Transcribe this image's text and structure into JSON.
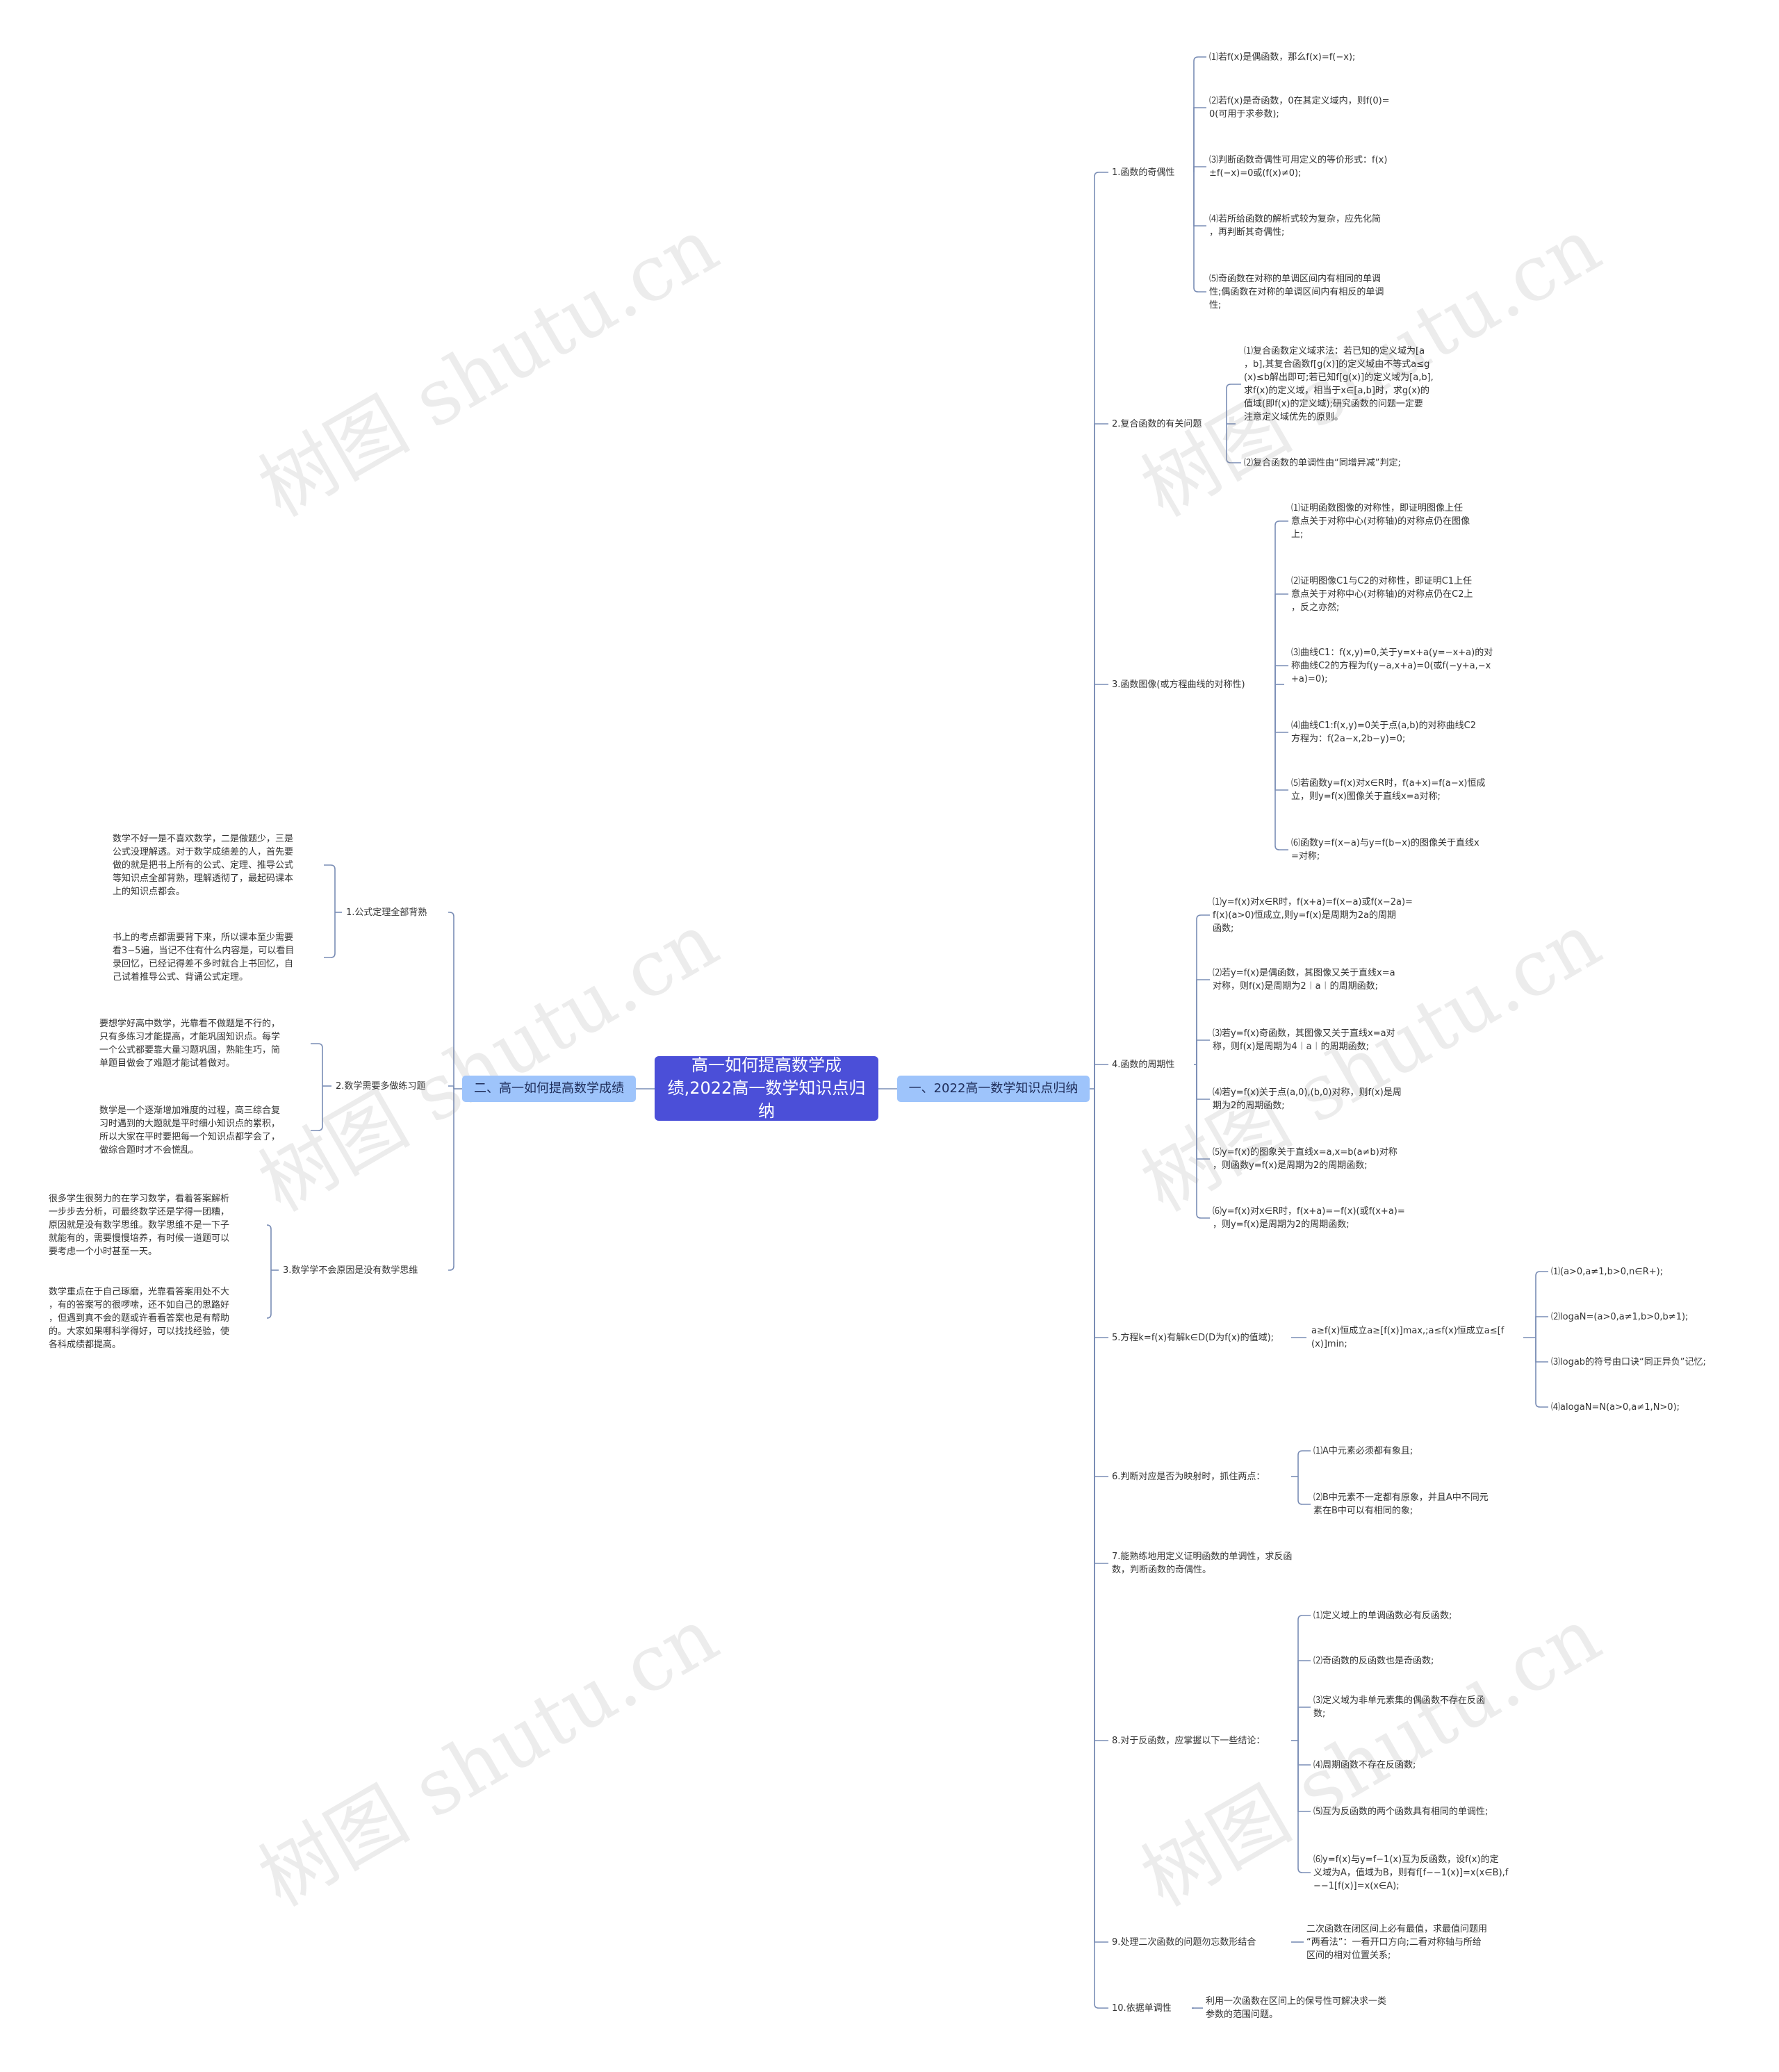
{
  "title": "高一如何提高数学成绩,2022高一数学知识点归纳",
  "watermark": "树图 shutu.cn",
  "colors": {
    "root": "#4b4fd8",
    "branch": "#9ec4fb",
    "line": "#7a8db5",
    "text": "#333333"
  },
  "right_branch": {
    "label": "一、2022高一数学知识点归纳",
    "items": [
      {
        "label": "1.函数的奇偶性",
        "children": [
          "⑴若f(x)是偶函数，那么f(x)=f(−x);",
          "⑵若f(x)是奇函数，0在其定义域内，则f(0)=\n0(可用于求参数);",
          "⑶判断函数奇偶性可用定义的等价形式：f(x)\n±f(−x)=0或(f(x)≠0);",
          "⑷若所给函数的解析式较为复杂，应先化简\n，再判断其奇偶性;",
          "⑸奇函数在对称的单调区间内有相同的单调\n性;偶函数在对称的单调区间内有相反的单调\n性;"
        ]
      },
      {
        "label": "2.复合函数的有关问题",
        "children": [
          "⑴复合函数定义域求法：若已知的定义域为[a\n，b],其复合函数f[g(x)]的定义域由不等式a≤g\n(x)≤b解出即可;若已知f[g(x)]的定义域为[a,b],\n求f(x)的定义域，相当于x∈[a,b]时，求g(x)的\n值域(即f(x)的定义域);研究函数的问题一定要\n注意定义域优先的原则。",
          "⑵复合函数的单调性由“同增异减”判定;"
        ]
      },
      {
        "label": "3.函数图像(或方程曲线的对称性)",
        "children": [
          "⑴证明函数图像的对称性，即证明图像上任\n意点关于对称中心(对称轴)的对称点仍在图像\n上;",
          "⑵证明图像C1与C2的对称性，即证明C1上任\n意点关于对称中心(对称轴)的对称点仍在C2上\n，反之亦然;",
          "⑶曲线C1：f(x,y)=0,关于y=x+a(y=−x+a)的对\n称曲线C2的方程为f(y−a,x+a)=0(或f(−y+a,−x\n+a)=0);",
          "⑷曲线C1:f(x,y)=0关于点(a,b)的对称曲线C2\n方程为：f(2a−x,2b−y)=0;",
          "⑸若函数y=f(x)对x∈R时，f(a+x)=f(a−x)恒成\n立，则y=f(x)图像关于直线x=a对称;",
          "⑹函数y=f(x−a)与y=f(b−x)的图像关于直线x\n=对称;"
        ]
      },
      {
        "label": "4.函数的周期性",
        "children": [
          "⑴y=f(x)对x∈R时，f(x+a)=f(x−a)或f(x−2a)=\nf(x)(a>0)恒成立,则y=f(x)是周期为2a的周期\n函数;",
          "⑵若y=f(x)是偶函数，其图像又关于直线x=a\n对称，则f(x)是周期为2︱a︱的周期函数;",
          "⑶若y=f(x)奇函数，其图像又关于直线x=a对\n称，则f(x)是周期为4︱a︱的周期函数;",
          "⑷若y=f(x)关于点(a,0),(b,0)对称，则f(x)是周\n期为2的周期函数;",
          "⑸y=f(x)的图象关于直线x=a,x=b(a≠b)对称\n，则函数y=f(x)是周期为2的周期函数;",
          "⑹y=f(x)对x∈R时，f(x+a)=−f(x)(或f(x+a)=\n，则y=f(x)是周期为2的周期函数;"
        ]
      },
      {
        "label": "5.方程k=f(x)有解k∈D(D为f(x)的值域);",
        "mid": "a≥f(x)恒成立a≥[f(x)]max,;a≤f(x)恒成立a≤[f\n(x)]min;",
        "children": [
          "⑴(a>0,a≠1,b>0,n∈R+);",
          "⑵logaN=(a>0,a≠1,b>0,b≠1);",
          "⑶logab的符号由口诀“同正异负”记忆;",
          "⑷alogaN=N(a>0,a≠1,N>0);"
        ]
      },
      {
        "label": "6.判断对应是否为映射时，抓住两点：",
        "children": [
          "⑴A中元素必须都有象且;",
          "⑵B中元素不一定都有原象，并且A中不同元\n素在B中可以有相同的象;"
        ]
      },
      {
        "label": "7.能熟练地用定义证明函数的单调性，求反函\n数，判断函数的奇偶性。",
        "children": []
      },
      {
        "label": "8.对于反函数，应掌握以下一些结论：",
        "children": [
          "⑴定义域上的单调函数必有反函数;",
          "⑵奇函数的反函数也是奇函数;",
          "⑶定义域为非单元素集的偶函数不存在反函\n数;",
          "⑷周期函数不存在反函数;",
          "⑸互为反函数的两个函数具有相同的单调性;",
          "⑹y=f(x)与y=f−1(x)互为反函数，设f(x)的定\n义域为A，值域为B，则有f[f−−1(x)]=x(x∈B),f\n−−1[f(x)]=x(x∈A);"
        ]
      },
      {
        "label": "9.处理二次函数的问题勿忘数形结合",
        "children": [
          "二次函数在闭区间上必有最值，求最值问题用\n“两看法”：一看开口方向;二看对称轴与所给\n区间的相对位置关系;"
        ]
      },
      {
        "label": "10.依据单调性",
        "children": [
          "利用一次函数在区间上的保号性可解决求一类\n参数的范围问题。"
        ]
      }
    ]
  },
  "left_branch": {
    "label": "二、高一如何提高数学成绩",
    "items": [
      {
        "label": "1.公式定理全部背熟",
        "children": [
          "数学不好一是不喜欢数学，二是做题少，三是\n公式没理解透。对于数学成绩差的人，首先要\n做的就是把书上所有的公式、定理、推导公式\n等知识点全部背熟，理解透彻了，最起码课本\n上的知识点都会。",
          "书上的考点都需要背下来，所以课本至少需要\n看3−5遍，当记不住有什么内容是，可以看目\n录回忆，已经记得差不多时就合上书回忆，自\n己试着推导公式、背诵公式定理。"
        ]
      },
      {
        "label": "2.数学需要多做练习题",
        "children": [
          "要想学好高中数学，光靠看不做题是不行的，\n只有多练习才能提高，才能巩固知识点。每学\n一个公式都要靠大量习题巩固，熟能生巧，简\n单题目做会了难题才能试着做对。",
          "数学是一个逐渐增加难度的过程，高三综合复\n习时遇到的大题就是平时细小知识点的累积，\n所以大家在平时要把每一个知识点都学会了，\n做综合题时才不会慌乱。"
        ]
      },
      {
        "label": "3.数学学不会原因是没有数学思维",
        "children": [
          "很多学生很努力的在学习数学，看着答案解析\n一步步去分析，可最终数学还是学得一团糟，\n原因就是没有数学思维。数学思维不是一下子\n就能有的，需要慢慢培养，有时候一道题可以\n要考虑一个小时甚至一天。",
          "数学重点在于自己琢磨，光靠看答案用处不大\n，有的答案写的很啰嗦，还不如自己的思路好\n，但遇到真不会的题或许看看答案也是有帮助\n的。大家如果哪科学得好，可以找找经验，使\n各科成绩都提高。"
        ]
      }
    ]
  }
}
